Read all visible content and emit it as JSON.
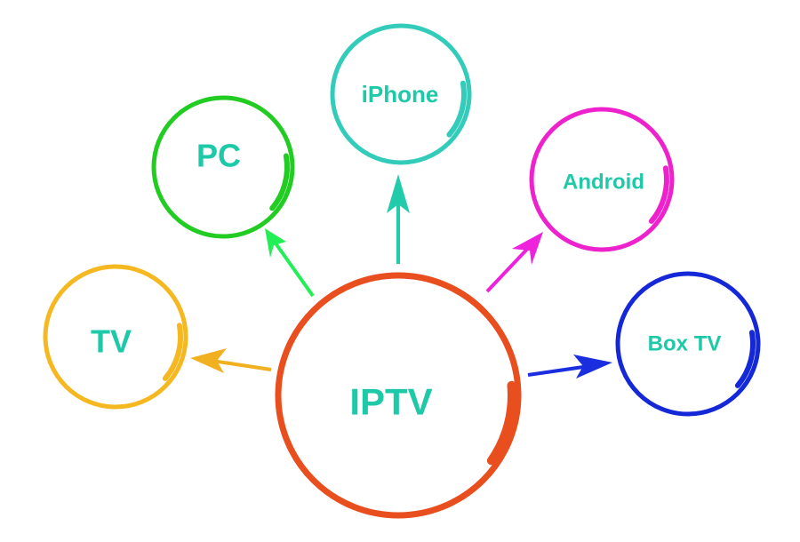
{
  "diagram": {
    "center": {
      "label": "IPTV",
      "color": "#e84e1e"
    },
    "nodes": [
      {
        "id": "pc",
        "label": "PC",
        "color": "#22cc22",
        "arrow_color": "#22ee55"
      },
      {
        "id": "iphone",
        "label": "iPhone",
        "color": "#33ccbb",
        "arrow_color": "#22ccaa"
      },
      {
        "id": "android",
        "label": "Android",
        "color": "#ee22cc",
        "arrow_color": "#ee22dd"
      },
      {
        "id": "tv",
        "label": "TV",
        "color": "#f5b820",
        "arrow_color": "#f0b020"
      },
      {
        "id": "boxtv",
        "label": "Box TV",
        "color": "#1428d8",
        "arrow_color": "#1a2ee0"
      }
    ],
    "label_color": "#1ec9a8"
  }
}
